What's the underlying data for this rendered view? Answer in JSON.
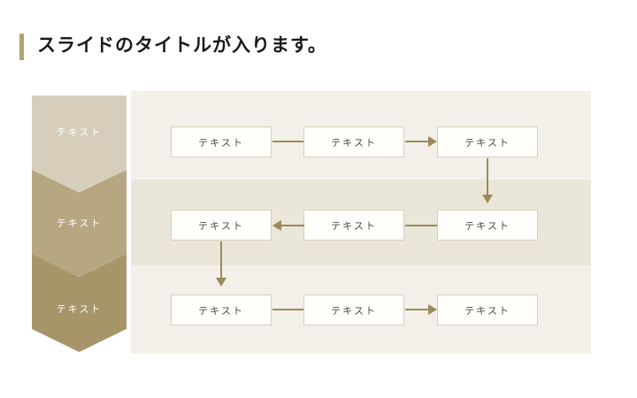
{
  "title": {
    "text": "スライドのタイトルが入ります。"
  },
  "colors": {
    "accent": "#b3a26e",
    "title-text": "#1a1a1a",
    "panel": "#f3f0e9",
    "band": "#eae6da",
    "chevron-1": "#d6ceba",
    "chevron-2": "#b6a682",
    "chevron-3": "#a79469",
    "box-bg": "#fffefb",
    "box-border": "#d8cfbc",
    "box-text": "#4a4a4a",
    "arrow": "#9c8a58"
  },
  "stages": [
    {
      "label": "テキスト"
    },
    {
      "label": "テキスト"
    },
    {
      "label": "テキスト"
    }
  ],
  "flow": {
    "rows": [
      {
        "boxes": [
          {
            "label": "テキスト"
          },
          {
            "label": "テキスト"
          },
          {
            "label": "テキスト"
          }
        ]
      },
      {
        "boxes": [
          {
            "label": "テキスト"
          },
          {
            "label": "テキスト"
          },
          {
            "label": "テキスト"
          }
        ]
      },
      {
        "boxes": [
          {
            "label": "テキスト"
          },
          {
            "label": "テキスト"
          },
          {
            "label": "テキスト"
          }
        ]
      }
    ]
  }
}
